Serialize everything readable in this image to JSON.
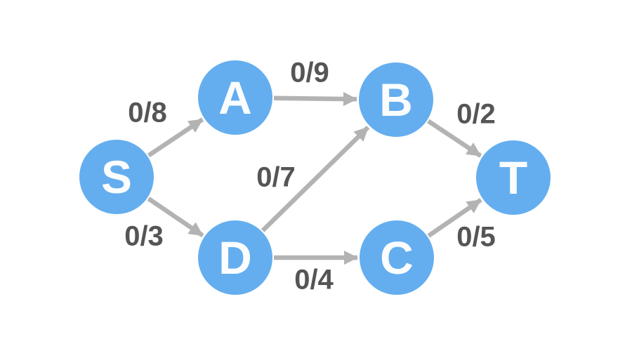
{
  "graph": {
    "nodes": [
      {
        "id": "S",
        "label": "S"
      },
      {
        "id": "A",
        "label": "A"
      },
      {
        "id": "B",
        "label": "B"
      },
      {
        "id": "T",
        "label": "T"
      },
      {
        "id": "D",
        "label": "D"
      },
      {
        "id": "C",
        "label": "C"
      }
    ],
    "edges": [
      {
        "from": "S",
        "to": "A",
        "label": "0/8"
      },
      {
        "from": "A",
        "to": "B",
        "label": "0/9"
      },
      {
        "from": "B",
        "to": "T",
        "label": "0/2"
      },
      {
        "from": "S",
        "to": "D",
        "label": "0/3"
      },
      {
        "from": "D",
        "to": "B",
        "label": "0/7"
      },
      {
        "from": "D",
        "to": "C",
        "label": "0/4"
      },
      {
        "from": "C",
        "to": "T",
        "label": "0/5"
      }
    ],
    "colors": {
      "node_fill": "#64aeef",
      "node_text": "#fbfdff",
      "edge_stroke": "#b3b3b3",
      "edge_label_text": "#555555",
      "background": "#ffffff"
    }
  }
}
